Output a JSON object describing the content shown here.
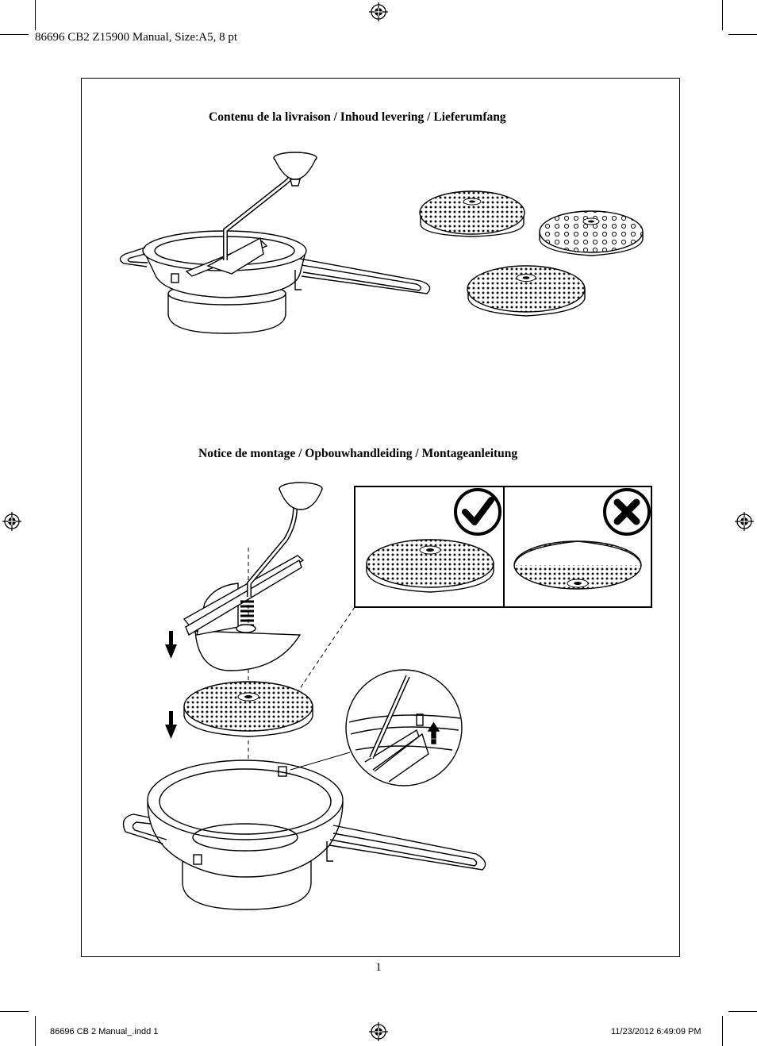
{
  "slug": {
    "top_line": "86696 CB2 Z15900 Manual, Size:A5, 8 pt",
    "file_name": "86696 CB 2 Manual_.indd   1",
    "timestamp": "11/23/2012   6:49:09 PM"
  },
  "sections": {
    "contents_heading": "Contenu de la livraison / Inhoud levering / Lieferumfang",
    "assembly_heading": "Notice de montage / Opbouwhandleiding / Montageanleitung"
  },
  "page_number": "1",
  "icons": {
    "correct": "check-circle-icon",
    "wrong": "cross-circle-icon",
    "registration": "registration-mark-icon"
  }
}
